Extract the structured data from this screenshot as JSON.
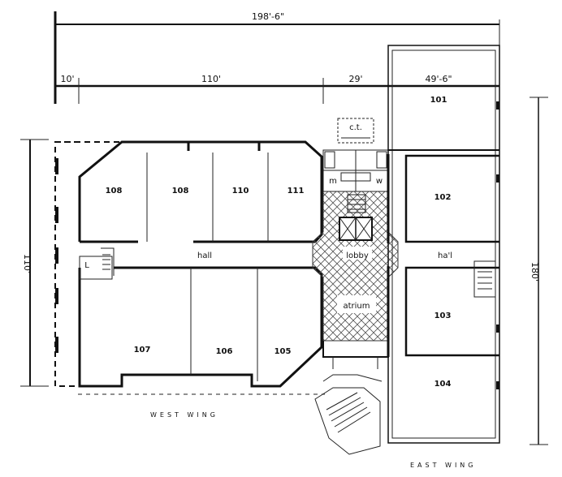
{
  "dimensions": {
    "overall_width": "198'-6\"",
    "segment_1": "10'",
    "segment_2": "110'",
    "segment_3": "29'",
    "segment_4": "49'-6\"",
    "west_depth": "110'",
    "east_depth": "180'"
  },
  "rooms": {
    "r101": "101",
    "r102": "102",
    "r103": "103",
    "r104": "104",
    "r105": "105",
    "r106": "106",
    "r107": "107",
    "r108": "108",
    "r109": "108",
    "r110": "110",
    "r111": "111"
  },
  "areas": {
    "west_hall": "hall",
    "east_hall": "ha'l",
    "lobby": "lobby",
    "atrium": "atrium",
    "ct": "c.t.",
    "men": "m",
    "women": "w",
    "stair": "L"
  },
  "wings": {
    "west": "WEST   WING",
    "east": "EAST   WING"
  }
}
